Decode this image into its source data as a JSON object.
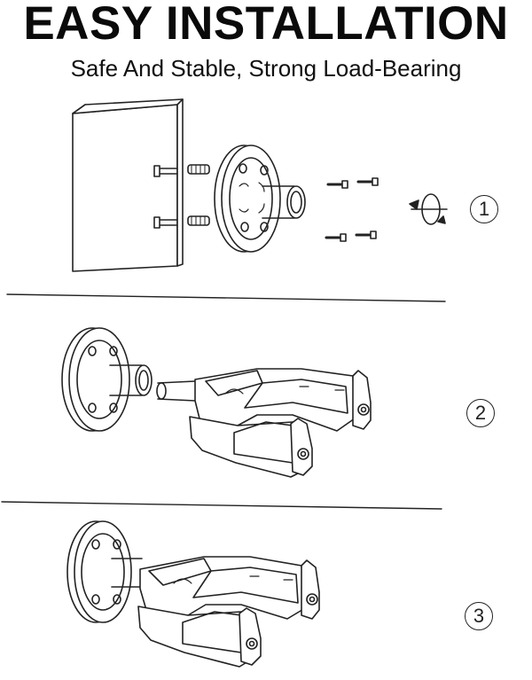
{
  "header": {
    "title": "EASY INSTALLATION",
    "subtitle": "Safe And Stable, Strong Load-Bearing"
  },
  "steps": [
    {
      "number": "1"
    },
    {
      "number": "2"
    },
    {
      "number": "3"
    }
  ],
  "icons": {
    "rotate": "rotate-arrow-icon"
  }
}
